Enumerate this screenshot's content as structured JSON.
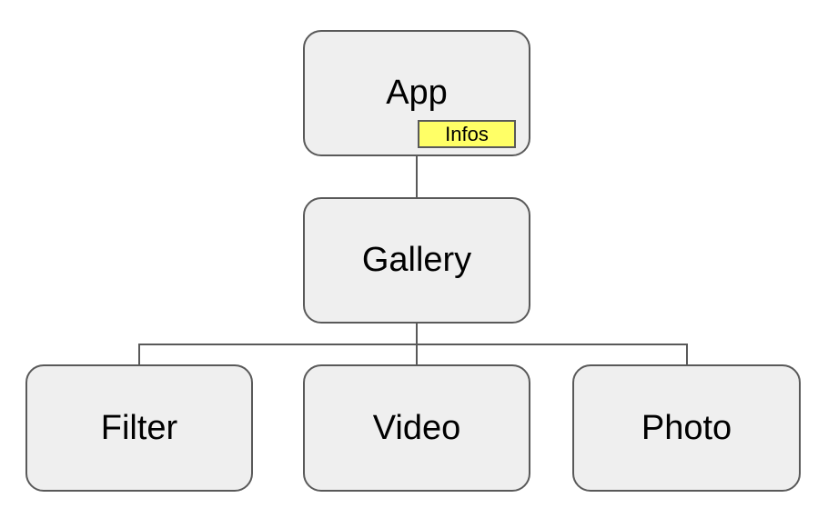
{
  "diagram": {
    "nodes": {
      "app": {
        "label": "App",
        "badge": "Infos"
      },
      "gallery": {
        "label": "Gallery"
      },
      "filter": {
        "label": "Filter"
      },
      "video": {
        "label": "Video"
      },
      "photo": {
        "label": "Photo"
      }
    },
    "edges": [
      {
        "from": "App",
        "to": "Gallery"
      },
      {
        "from": "Gallery",
        "to": "Filter"
      },
      {
        "from": "Gallery",
        "to": "Video"
      },
      {
        "from": "Gallery",
        "to": "Photo"
      }
    ],
    "colors": {
      "node_fill": "#efefef",
      "node_border": "#595959",
      "badge_fill": "#ffff66",
      "connector": "#595959",
      "text": "#000000"
    }
  }
}
